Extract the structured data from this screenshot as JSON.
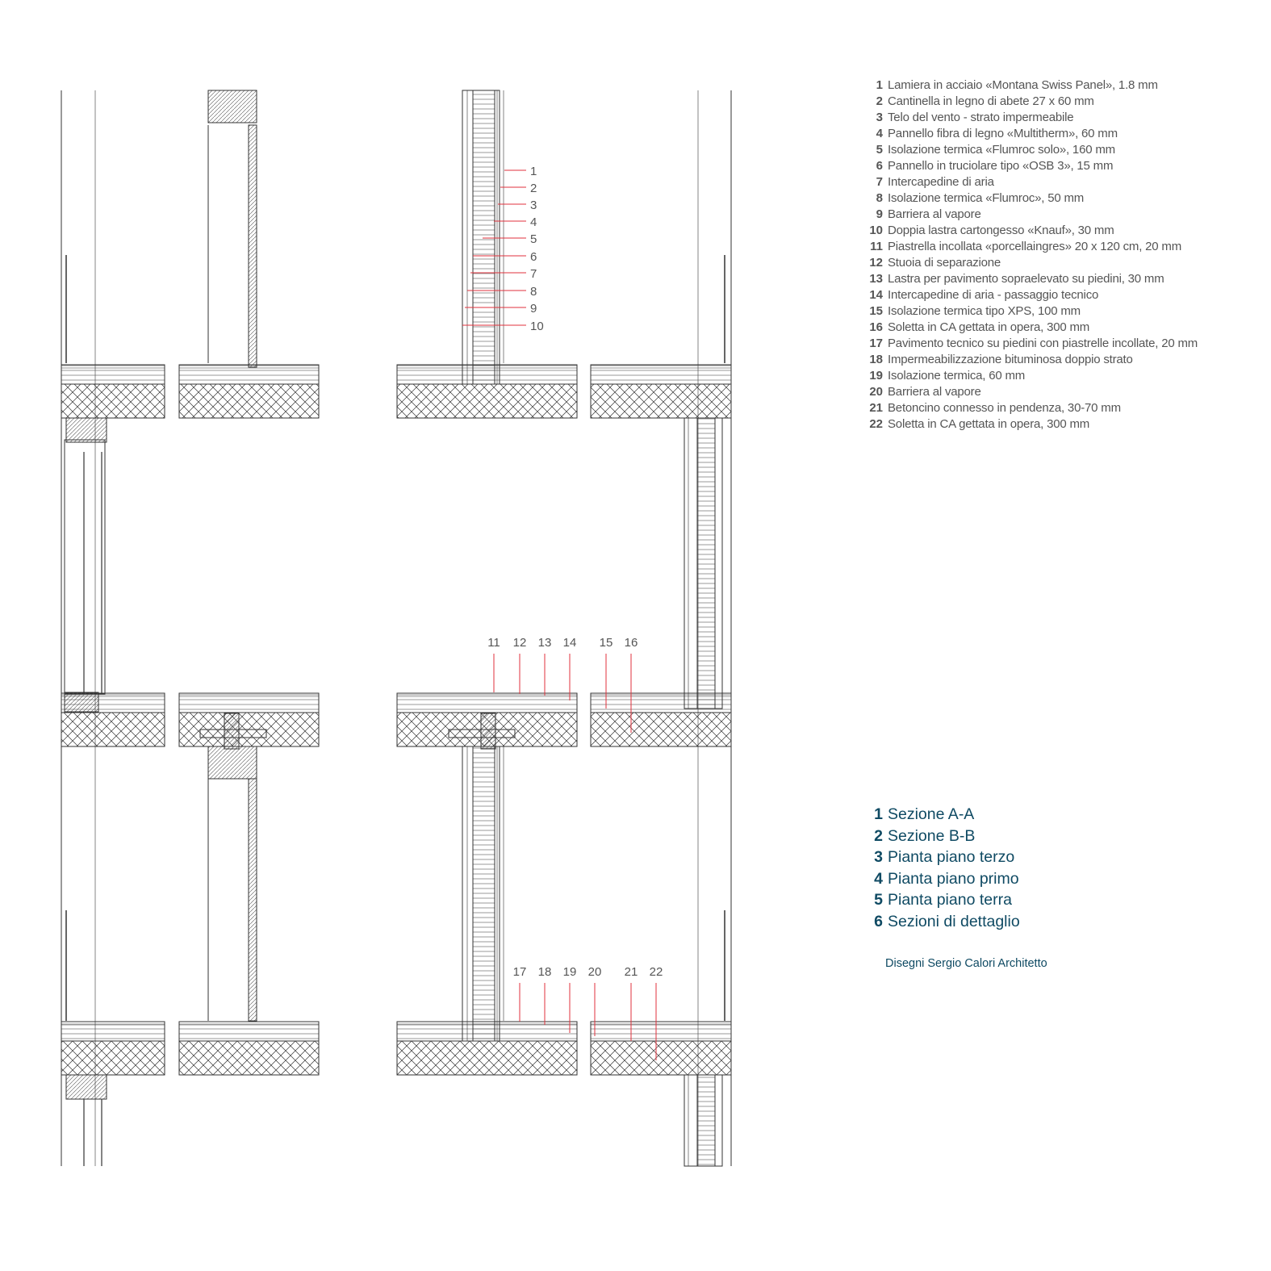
{
  "colors": {
    "line": "#333333",
    "leader": "#e0323c",
    "legend_text": "#555555",
    "accent": "#0f4a63"
  },
  "upper_callouts": [
    "1",
    "2",
    "3",
    "4",
    "5",
    "6",
    "7",
    "8",
    "9",
    "10"
  ],
  "mid_callouts": [
    "11",
    "12",
    "13",
    "14",
    "15",
    "16"
  ],
  "lower_callouts": [
    "17",
    "18",
    "19",
    "20",
    "21",
    "22"
  ],
  "legend": [
    {
      "num": "1",
      "text": "Lamiera in acciaio «Montana Swiss Panel», 1.8 mm"
    },
    {
      "num": "2",
      "text": "Cantinella in legno di abete 27 x 60 mm"
    },
    {
      "num": "3",
      "text": "Telo del vento - strato impermeabile"
    },
    {
      "num": "4",
      "text": "Pannello fibra di legno «Multitherm», 60 mm"
    },
    {
      "num": "5",
      "text": "Isolazione termica «Flumroc solo», 160 mm"
    },
    {
      "num": "6",
      "text": "Pannello in truciolare tipo «OSB 3», 15 mm"
    },
    {
      "num": "7",
      "text": "Intercapedine di aria"
    },
    {
      "num": "8",
      "text": "Isolazione termica «Flumroc», 50 mm"
    },
    {
      "num": "9",
      "text": "Barriera al vapore"
    },
    {
      "num": "10",
      "text": "Doppia lastra cartongesso «Knauf», 30 mm"
    },
    {
      "num": "11",
      "text": "Piastrella incollata «porcellaingres» 20 x 120 cm, 20 mm"
    },
    {
      "num": "12",
      "text": "Stuoia di separazione"
    },
    {
      "num": "13",
      "text": "Lastra per pavimento sopraelevato su piedini, 30 mm"
    },
    {
      "num": "14",
      "text": "Intercapedine di aria - passaggio tecnico"
    },
    {
      "num": "15",
      "text": "Isolazione termica tipo XPS, 100 mm"
    },
    {
      "num": "16",
      "text": "Soletta in CA gettata in opera, 300 mm"
    },
    {
      "num": "17",
      "text": "Pavimento tecnico su piedini con piastrelle incollate, 20 mm"
    },
    {
      "num": "18",
      "text": "Impermeabilizzazione bituminosa doppio strato"
    },
    {
      "num": "19",
      "text": "Isolazione termica, 60 mm"
    },
    {
      "num": "20",
      "text": "Barriera al vapore"
    },
    {
      "num": "21",
      "text": "Betoncino connesso in pendenza, 30-70 mm"
    },
    {
      "num": "22",
      "text": "Soletta in CA gettata in opera, 300 mm"
    }
  ],
  "index": [
    {
      "num": "1",
      "text": "Sezione A-A"
    },
    {
      "num": "2",
      "text": "Sezione B-B"
    },
    {
      "num": "3",
      "text": "Pianta piano terzo"
    },
    {
      "num": "4",
      "text": "Pianta piano primo"
    },
    {
      "num": "5",
      "text": "Pianta piano terra"
    },
    {
      "num": "6",
      "text": "Sezioni di dettaglio"
    }
  ],
  "credit": "Disegni Sergio Calori Architetto"
}
